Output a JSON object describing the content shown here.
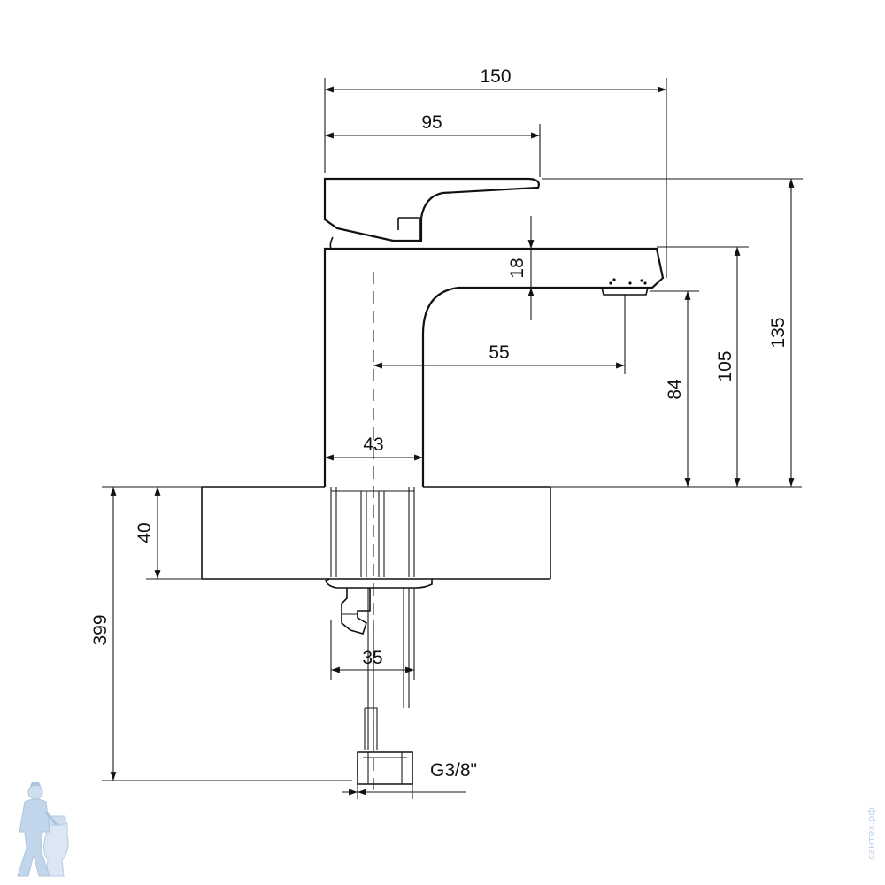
{
  "dimensions": {
    "d150": "150",
    "d95": "95",
    "d18": "18",
    "d55": "55",
    "d43": "43",
    "d84": "84",
    "d105": "105",
    "d135": "135",
    "d40": "40",
    "d399": "399",
    "d35": "35",
    "thread": "G3/8\""
  },
  "watermark": {
    "text": "сантех.рф",
    "icon": "plumber-mascot-icon"
  },
  "colors": {
    "line": "#111111",
    "watermark": "#bcd0e6"
  }
}
